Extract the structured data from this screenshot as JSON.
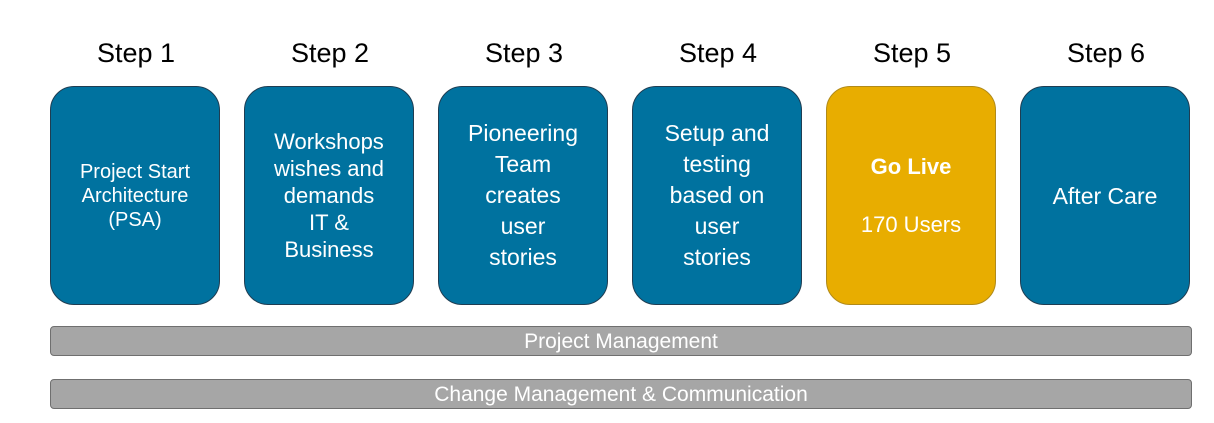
{
  "steps": [
    {
      "label": "Step 1",
      "text": "Project Start\nArchitecture\n(PSA)"
    },
    {
      "label": "Step 2",
      "text": "Workshops\nwishes and\ndemands\nIT &\nBusiness"
    },
    {
      "label": "Step 3",
      "text": "Pioneering\nTeam\ncreates\nuser\nstories"
    },
    {
      "label": "Step 4",
      "text": "Setup and\ntesting\nbased on\nuser\nstories"
    },
    {
      "label": "Step 5",
      "title": "Go Live",
      "subtitle": "170 Users"
    },
    {
      "label": "Step 6",
      "text": "After Care"
    }
  ],
  "bars": {
    "project_management": "Project Management",
    "change_management": "Change Management & Communication"
  },
  "colors": {
    "step_box": "#00729f",
    "highlight_box": "#e8ad00",
    "bar": "#a6a6a6"
  }
}
